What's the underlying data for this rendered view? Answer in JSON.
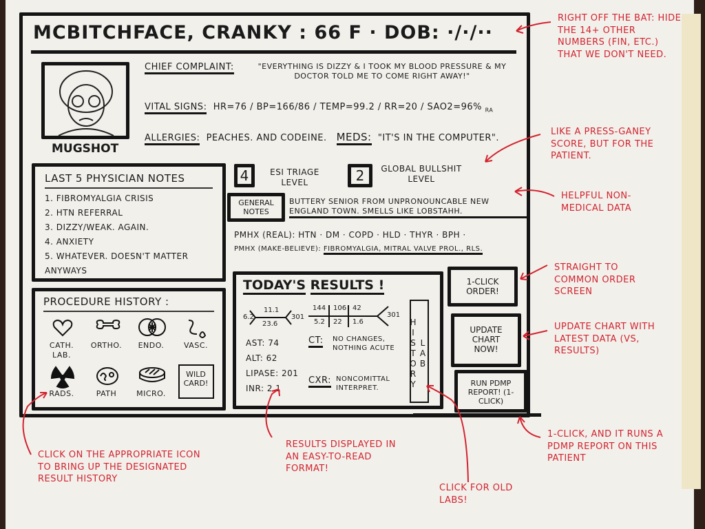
{
  "header": {
    "patient_name": "McBitchface, Cranky",
    "age_sex": "66 F",
    "dob_label": "DOB:",
    "dob_value": "·/·/··"
  },
  "mugshot": {
    "label": "Mugshot"
  },
  "chief_complaint": {
    "label": "Chief Complaint:",
    "value": "\"Everything is dizzy & I took my blood pressure & my doctor told me to come right away!\""
  },
  "vitals": {
    "label": "Vital Signs:",
    "hr": "HR=76",
    "bp": "BP=166/86",
    "temp": "Temp=99.2",
    "rr": "RR=20",
    "sao2": "SaO2=96%",
    "sao2_note": "RA"
  },
  "allergies": {
    "label": "Allergies:",
    "value": "Peaches. and codeine."
  },
  "meds": {
    "label": "Meds:",
    "value": "\"It's in the computer\"."
  },
  "physician_notes": {
    "title": "Last 5 Physician Notes",
    "items": [
      "1. Fibromyalgia crisis",
      "2. HTN referral",
      "3. Dizzy/weak. Again.",
      "4. Anxiety",
      "5. Whatever. Doesn't matter anyways"
    ]
  },
  "procedure_history": {
    "title": "Procedure History :",
    "items": [
      {
        "label": "Cath. Lab.",
        "icon": "heart-icon"
      },
      {
        "label": "Ortho.",
        "icon": "bone-icon"
      },
      {
        "label": "Endo.",
        "icon": "endoscopy-icon"
      },
      {
        "label": "Vasc.",
        "icon": "vessel-icon"
      },
      {
        "label": "Rads.",
        "icon": "radiation-icon"
      },
      {
        "label": "Path",
        "icon": "pathology-icon"
      },
      {
        "label": "Micro.",
        "icon": "petri-dish-icon"
      },
      {
        "label": "Wild Card!",
        "icon": "wild-card-icon"
      }
    ]
  },
  "esi": {
    "value": "4",
    "label": "ESI Triage Level"
  },
  "gbl": {
    "value": "2",
    "label": "Global Bullshit Level"
  },
  "general_notes": {
    "label": "General Notes",
    "value": "Buttery senior from unpronouncable New England town. Smells like lobstahh."
  },
  "pmh_real": {
    "label": "PMHx (Real):",
    "value": "HTN · DM · COPD · HLD · THYR · BPH ·"
  },
  "pmh_fake": {
    "label": "PMHx (Make-believe):",
    "value": "Fibromyalgia, Mitral valve prol., RLS."
  },
  "results": {
    "title_a": "Today's",
    "title_b": "Results !",
    "cbc": {
      "wbc": "6.2",
      "hgb": "11.1",
      "hct": "23.6",
      "plt": "301"
    },
    "bmp": {
      "na": "144",
      "cl": "106",
      "bun": "42",
      "k": "5.2",
      "co2": "22",
      "cr": "1.6",
      "glu": "301"
    },
    "labs": [
      "AST: 74",
      "ALT: 62",
      "Lipase: 201",
      "INR: 2.1"
    ],
    "ct_label": "CT:",
    "ct_value": "No changes, nothing acute",
    "cxr_label": "CXR:",
    "cxr_value": "Noncomittal interpret.",
    "lab_history": "Lab History"
  },
  "buttons": {
    "order": "1-Click Order!",
    "update": "Update Chart Now!",
    "pdmp": "Run PDMP Report! (1-Click)"
  },
  "annotations": {
    "a1": "Right off the bat: hide the 14+ other numbers (FIN, etc.) that we don't need.",
    "a2": "Like a Press-Ganey score, but for the patient.",
    "a3": "Helpful non-medical data",
    "a4": "Straight to common order screen",
    "a5": "Update chart with latest data (VS, results)",
    "a6": "1-click, and it runs a PDMP report on this patient",
    "a7": "Click on the appropriate icon to bring up the designated result history",
    "a8": "Results displayed in an easy-to-read format!",
    "a9": "Click for old labs!"
  },
  "colors": {
    "ink": "#141414",
    "annotation": "#d2232f",
    "paper": "#f2f0eb"
  }
}
